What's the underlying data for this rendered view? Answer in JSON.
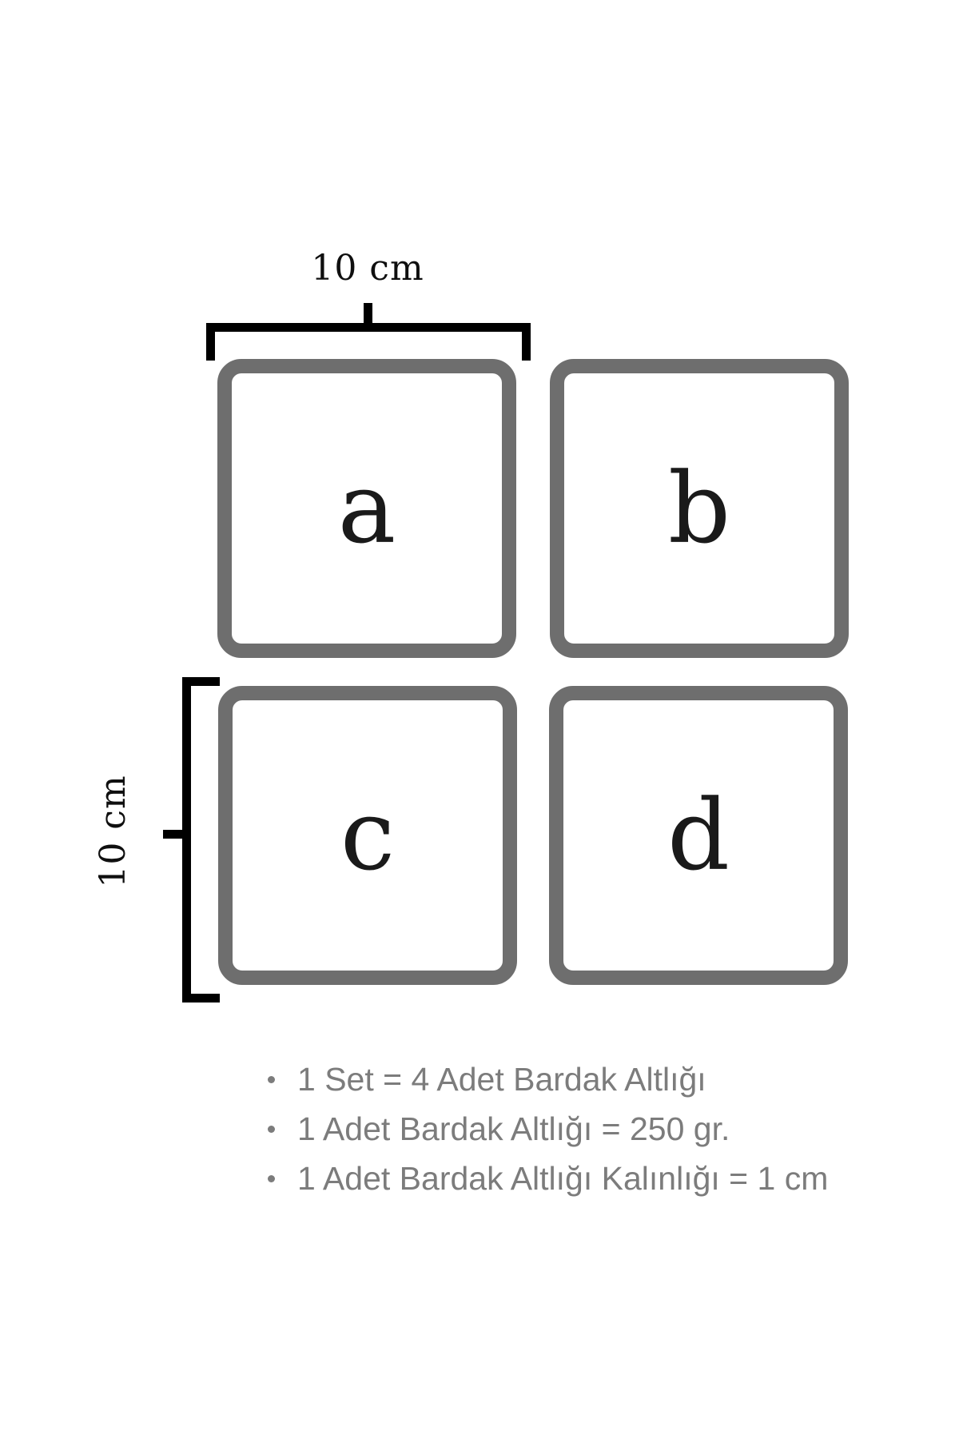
{
  "colors": {
    "square-border": "#6e6e6e",
    "bracket": "#000000",
    "note-text": "#7c7c7c",
    "letter": "#1a1a1a",
    "background": "#ffffff"
  },
  "diagram": {
    "top_dimension_label": "10 cm",
    "left_dimension_label": "10 cm",
    "squares": [
      {
        "id": "a",
        "label": "a"
      },
      {
        "id": "b",
        "label": "b"
      },
      {
        "id": "c",
        "label": "c"
      },
      {
        "id": "d",
        "label": "d"
      }
    ]
  },
  "notes": {
    "items": [
      "1 Set = 4 Adet Bardak Altlığı",
      "1 Adet Bardak Altlığı = 250 gr.",
      "1 Adet Bardak Altlığı Kalınlığı = 1 cm"
    ]
  }
}
